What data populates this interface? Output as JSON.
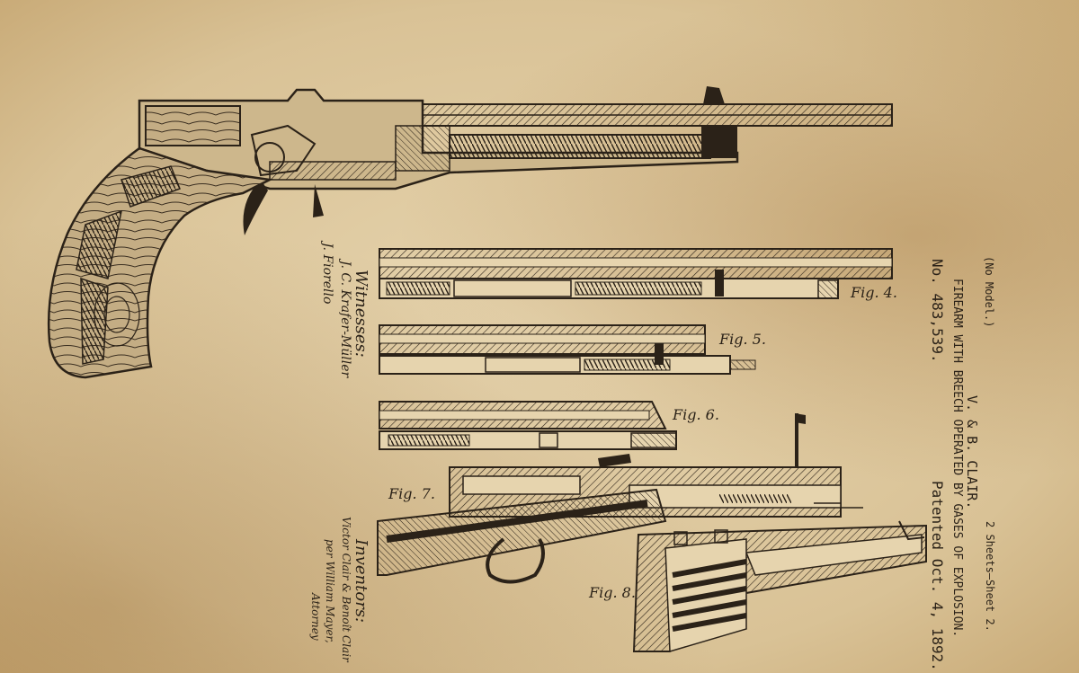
{
  "header": {
    "no_model": "(No Model.)",
    "sheets": "2 Sheets—Sheet 2.",
    "inventors_names": "V. & B. CLAIR.",
    "title": "FIREARM WITH BREECH OPERATED BY GASES OF EXPLOSION.",
    "patent_number": "No. 483,539.",
    "patented_date": "Patented Oct. 4, 1892."
  },
  "figures": {
    "fig4": "Fig. 4.",
    "fig5": "Fig. 5.",
    "fig6": "Fig. 6.",
    "fig7": "Fig. 7.",
    "fig8": "Fig. 8."
  },
  "witnesses": {
    "label": "Witnesses:",
    "sig1": "J. C. Krafer-Müller",
    "sig2": "J. Fiorello"
  },
  "inventors": {
    "label": "Inventors:",
    "sig1": "Victor Clair & Benoît Clair",
    "sig2": "per William Mayer,",
    "sig3": "Attorney"
  },
  "palette": {
    "ink": "#2b2218",
    "paper": "#e6d4ae",
    "wood": "#b9a27a"
  }
}
